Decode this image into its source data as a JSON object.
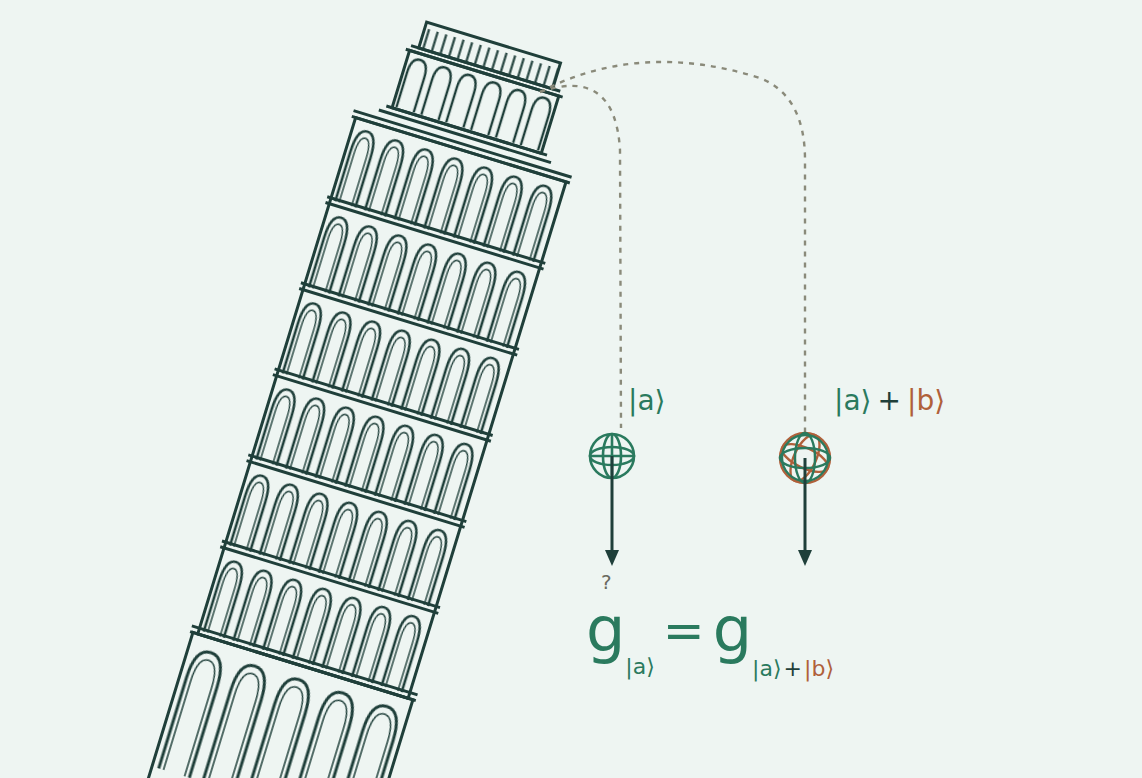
{
  "diagram": {
    "labels": [
      "|a⟩",
      "|a⟩",
      "+",
      "|b⟩",
      "?",
      "g",
      "|a⟩",
      "=",
      "g",
      "|a⟩",
      "+",
      "|b⟩"
    ]
  }
}
